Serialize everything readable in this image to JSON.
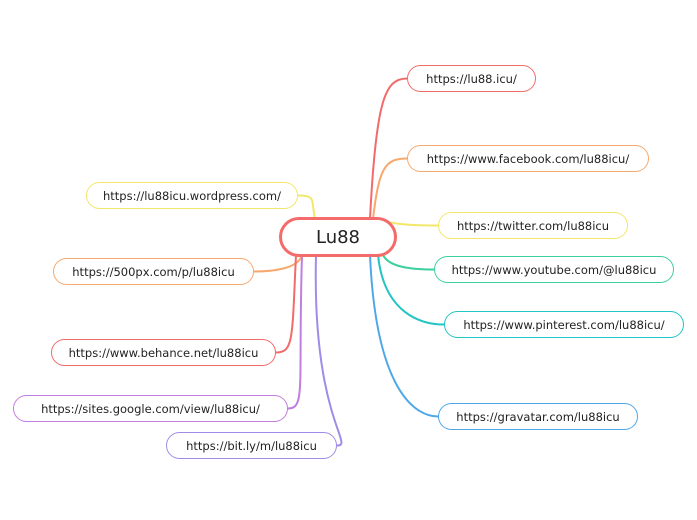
{
  "center": {
    "label": "Lu88",
    "color": "#f46b6b"
  },
  "nodes": [
    {
      "label": "https://lu88.icu/",
      "color": "#f26b6b"
    },
    {
      "label": "https://www.facebook.com/lu88icu/",
      "color": "#f7a86c"
    },
    {
      "label": "https://twitter.com/lu88icu",
      "color": "#f3e76b"
    },
    {
      "label": "https://www.youtube.com/@lu88icu",
      "color": "#3ccf9f"
    },
    {
      "label": "https://www.pinterest.com/lu88icu/",
      "color": "#22c4c4"
    },
    {
      "label": "https://gravatar.com/lu88icu",
      "color": "#4ea8e8"
    },
    {
      "label": "https://lu88icu.wordpress.com/",
      "color": "#f3e76b"
    },
    {
      "label": "https://500px.com/p/lu88icu",
      "color": "#f7a86c"
    },
    {
      "label": "https://www.behance.net/lu88icu",
      "color": "#f26b6b"
    },
    {
      "label": "https://sites.google.com/view/lu88icu/",
      "color": "#c07ee0"
    },
    {
      "label": "https://bit.ly/m/lu88icu",
      "color": "#a08ce8"
    }
  ]
}
